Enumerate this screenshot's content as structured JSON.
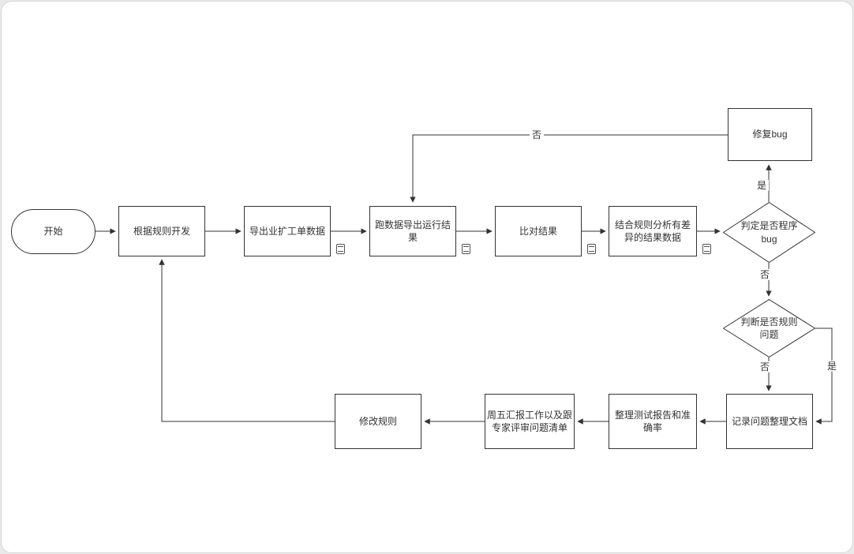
{
  "diagram": {
    "nodes": {
      "start": "开始",
      "develop_rules": "根据规则开发",
      "export_data": "导出业扩工单数据",
      "run_data": "跑数据导出运行结果",
      "compare_results": "比对结果",
      "analyze_diff": "结合规则分析有差异的结果数据",
      "judge_program_bug": "判定是否程序bug",
      "fix_bug": "修复bug",
      "judge_rule_issue": "判断是否规则问题",
      "record_issue_doc": "记录问题整理文档",
      "organize_report": "整理测试报告和准确率",
      "friday_review": "周五汇报工作以及跟专家评审问题清单",
      "modify_rules": "修改规则"
    },
    "edge_labels": {
      "rerun_no": "否",
      "program_bug_yes": "是",
      "program_bug_no": "否",
      "rule_issue_no": "否",
      "rule_issue_yes": "是"
    },
    "colors": {
      "stroke": "#333333",
      "node_fill": "#ffffff",
      "canvas_bg": "#ffffff"
    }
  }
}
